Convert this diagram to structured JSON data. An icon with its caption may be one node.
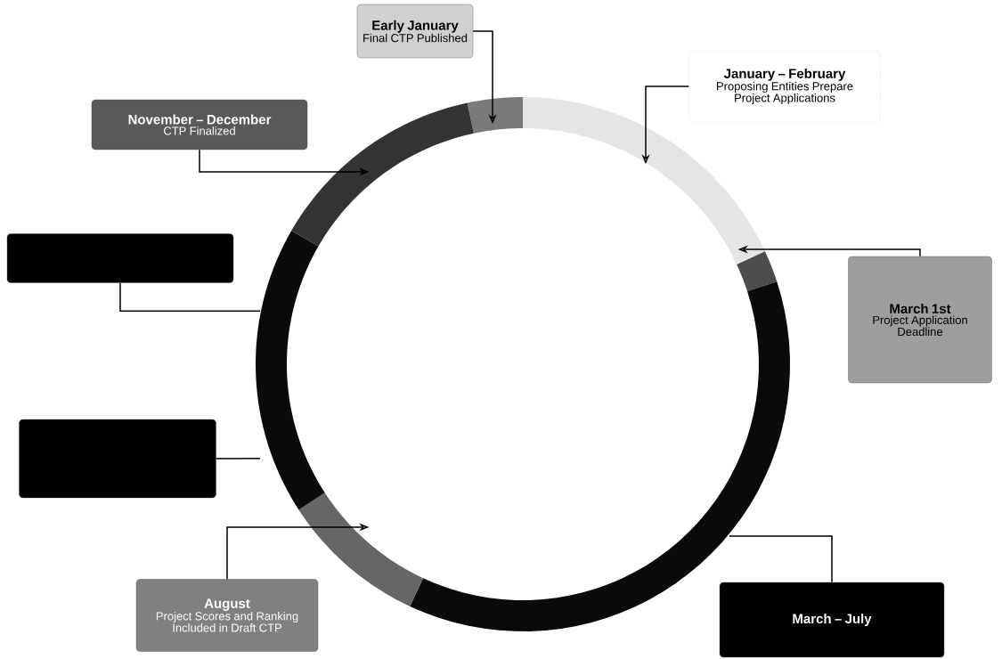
{
  "diagram": {
    "nodes": [
      {
        "text": [
          "Early January",
          "Final CTP Published"
        ]
      },
      {
        "text": [
          "January – February",
          "Proposing Entities Prepare Project Applications"
        ]
      },
      {
        "text": [
          "November – December",
          "CTP Finalized"
        ]
      },
      {
        "text": [],
        "shape": "box"
      },
      {
        "text": [
          "March 1st",
          "Project Application Deadline"
        ]
      },
      {
        "text": [],
        "shape": "box"
      },
      {
        "text": [
          "August",
          "Project Scores and Ranking Included in Draft CTP"
        ]
      },
      {
        "text": [
          "March – July"
        ]
      },
      {
        "text": [],
        "shape": "arc"
      },
      {
        "text": [],
        "shape": "arc"
      },
      {
        "text": [],
        "shape": "arc"
      },
      {
        "text": [],
        "shape": "arc"
      },
      {
        "text": [],
        "shape": "arc"
      },
      {
        "text": [],
        "shape": "arc"
      },
      {
        "text": [],
        "shape": "arc"
      }
    ],
    "edges": [
      {
        "from": 0,
        "to": 8,
        "arrow": "to"
      },
      {
        "from": 1,
        "to": 9,
        "arrow": "to"
      },
      {
        "from": 2,
        "to": 14,
        "arrow": "to"
      },
      {
        "from": 3,
        "to": 13,
        "arrow": "none"
      },
      {
        "from": 4,
        "to": 10,
        "arrow": "to"
      },
      {
        "from": 5,
        "to": 13,
        "arrow": "none"
      },
      {
        "from": 6,
        "to": 12,
        "arrow": "to"
      },
      {
        "from": 7,
        "to": 11,
        "arrow": "none"
      }
    ]
  }
}
